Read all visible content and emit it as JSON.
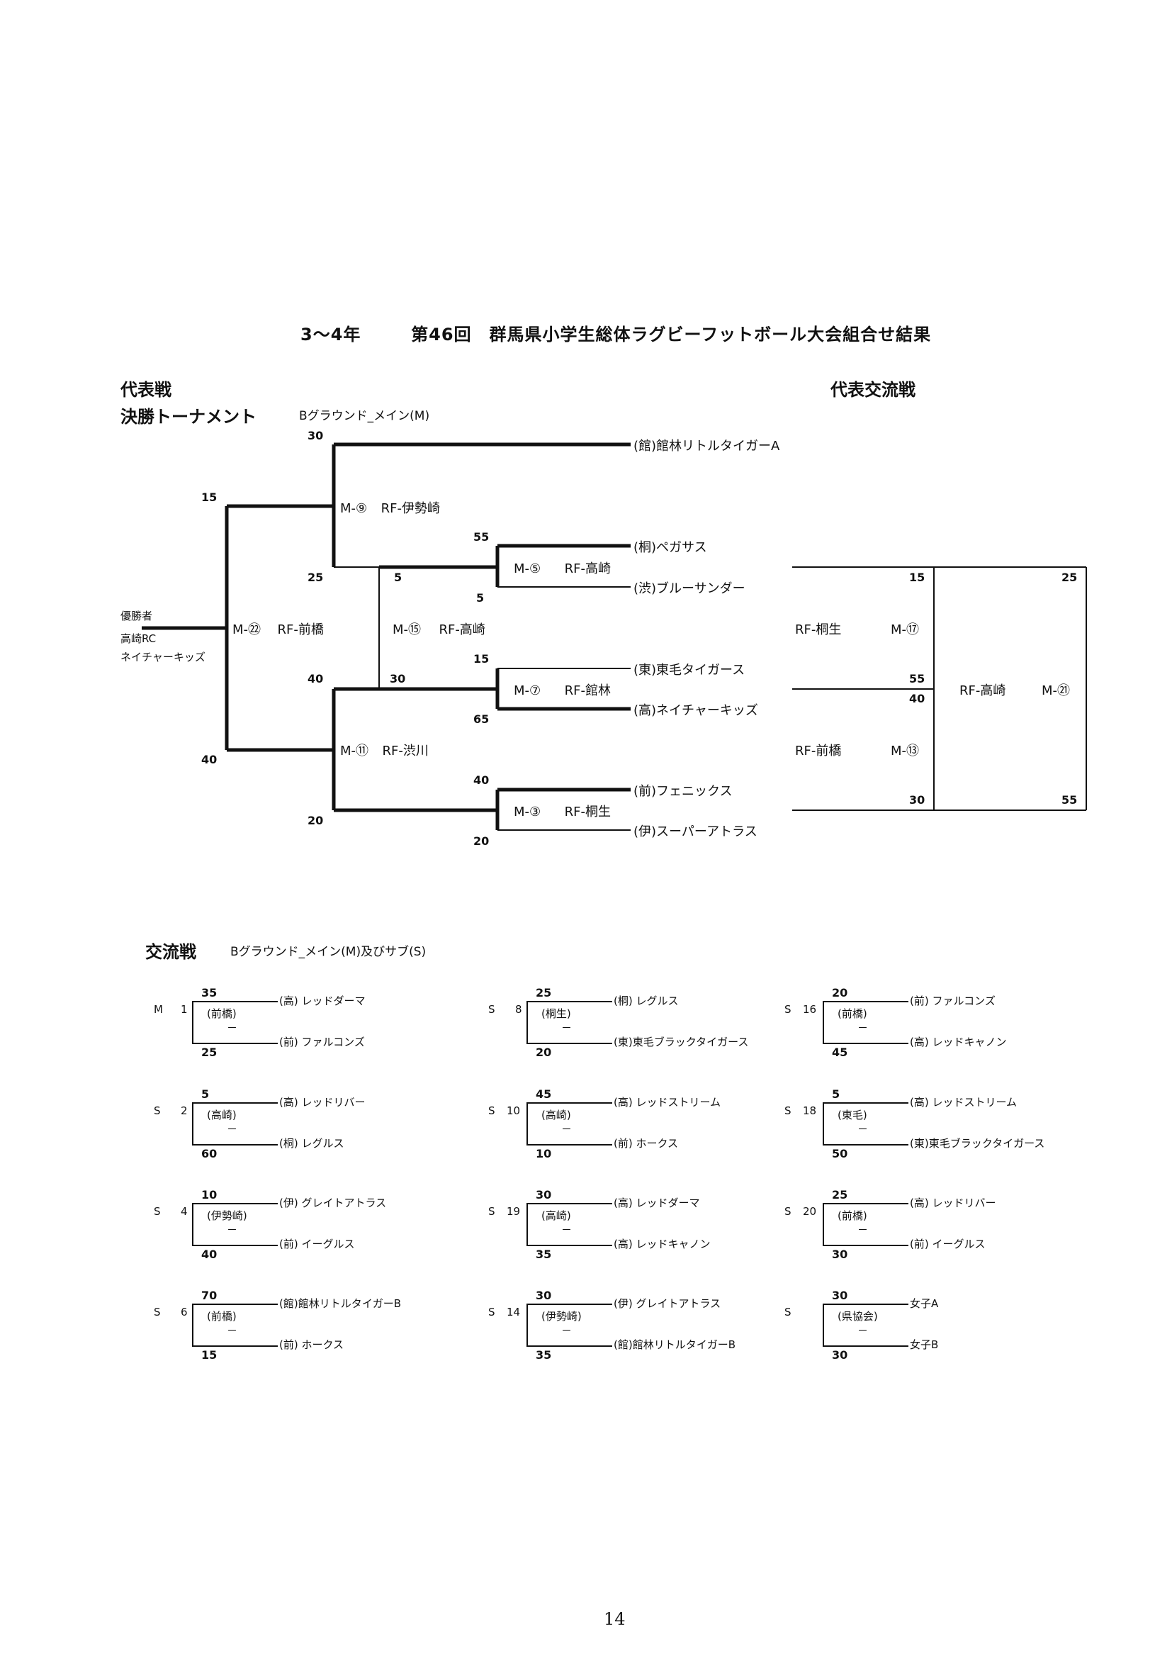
{
  "title": "3～4年　　第46回　群馬県小学生総体ラグビーフットボール大会組合せ結果",
  "title_parts": {
    "grade": "3～4年",
    "event": "第46回　群馬県小学生総体ラグビーフットボール大会組合せ結果"
  },
  "rep": {
    "heading": "代表戦",
    "tournament_heading": "決勝トーナメント",
    "ground": "Bグラウンド_メイン(M)",
    "champion_label": "優勝者",
    "champion_lines": [
      "高崎RC",
      "ネイチャーキッズ"
    ],
    "teams": [
      "(館)館林リトルタイガーA",
      "(桐)ペガサス",
      "(渋)ブルーサンダー",
      "(東)東毛タイガース",
      "(高)ネイチャーキッズ",
      "(前)フェニックス",
      "(伊)スーパーアトラス"
    ],
    "matches": {
      "m9": {
        "id": "M-⑨",
        "ref": "RF-伊勢崎"
      },
      "m5": {
        "id": "M-⑤",
        "ref": "RF-高崎"
      },
      "m22": {
        "id": "M-㉒",
        "ref": "RF-前橋"
      },
      "m15": {
        "id": "M-⑮",
        "ref": "RF-高崎"
      },
      "m7": {
        "id": "M-⑦",
        "ref": "RF-館林"
      },
      "m11": {
        "id": "M-⑪",
        "ref": "RF-渋川"
      },
      "m3": {
        "id": "M-③",
        "ref": "RF-桐生"
      }
    },
    "scores": {
      "m9_top": "30",
      "m9_bottom": "25",
      "m22_top": "15",
      "m22_bottom": "40",
      "m5_top": "55",
      "m5_bottom": "5",
      "m15_top": "5",
      "m15_bottom": "30",
      "m7_top": "15",
      "m7_bottom": "65",
      "m11_top": "40",
      "m11_bottom": "20",
      "m3_top": "40",
      "m3_bottom": "20"
    }
  },
  "exchange_rep": {
    "heading": "代表交流戦",
    "m17": {
      "ref": "RF-桐生",
      "id": "M-⑰",
      "top": "15",
      "bottom": "55"
    },
    "m13": {
      "ref": "RF-前橋",
      "id": "M-⑬",
      "top": "40",
      "bottom": "30"
    },
    "m21": {
      "ref": "RF-高崎",
      "id": "M-㉑",
      "top": "25",
      "bottom": "55"
    }
  },
  "exchange": {
    "heading": "交流戦",
    "ground": "Bグラウンド_メイン(M)及びサブ(S)",
    "dash": "－",
    "games": [
      {
        "field": "M",
        "no": "1",
        "venue": "(前橋)",
        "s1": "35",
        "s2": "25",
        "t1": "(高) レッドダーマ",
        "t2": "(前) ファルコンズ"
      },
      {
        "field": "S",
        "no": "8",
        "venue": "(桐生)",
        "s1": "25",
        "s2": "20",
        "t1": "(桐) レグルス",
        "t2": "(東)東毛ブラックタイガース"
      },
      {
        "field": "S",
        "no": "16",
        "venue": "(前橋)",
        "s1": "20",
        "s2": "45",
        "t1": "(前) ファルコンズ",
        "t2": "(高) レッドキャノン"
      },
      {
        "field": "S",
        "no": "2",
        "venue": "(高崎)",
        "s1": "5",
        "s2": "60",
        "t1": "(高) レッドリバー",
        "t2": "(桐) レグルス"
      },
      {
        "field": "S",
        "no": "10",
        "venue": "(高崎)",
        "s1": "45",
        "s2": "10",
        "t1": "(高) レッドストリーム",
        "t2": "(前) ホークス"
      },
      {
        "field": "S",
        "no": "18",
        "venue": "(東毛)",
        "s1": "5",
        "s2": "50",
        "t1": "(高) レッドストリーム",
        "t2": "(東)東毛ブラックタイガース"
      },
      {
        "field": "S",
        "no": "4",
        "venue": "(伊勢崎)",
        "s1": "10",
        "s2": "40",
        "t1": "(伊) グレイトアトラス",
        "t2": "(前) イーグルス"
      },
      {
        "field": "S",
        "no": "19",
        "venue": "(高崎)",
        "s1": "30",
        "s2": "35",
        "t1": "(高) レッドダーマ",
        "t2": "(高) レッドキャノン"
      },
      {
        "field": "S",
        "no": "20",
        "venue": "(前橋)",
        "s1": "25",
        "s2": "30",
        "t1": "(高) レッドリバー",
        "t2": "(前) イーグルス"
      },
      {
        "field": "S",
        "no": "6",
        "venue": "(前橋)",
        "s1": "70",
        "s2": "15",
        "t1": "(館)館林リトルタイガーB",
        "t2": "(前) ホークス"
      },
      {
        "field": "S",
        "no": "14",
        "venue": "(伊勢崎)",
        "s1": "30",
        "s2": "35",
        "t1": "(伊) グレイトアトラス",
        "t2": "(館)館林リトルタイガーB"
      },
      {
        "field": "S",
        "no": "",
        "venue": "(県協会)",
        "s1": "30",
        "s2": "30",
        "t1": "女子A",
        "t2": "女子B"
      }
    ]
  },
  "page_number": "14"
}
